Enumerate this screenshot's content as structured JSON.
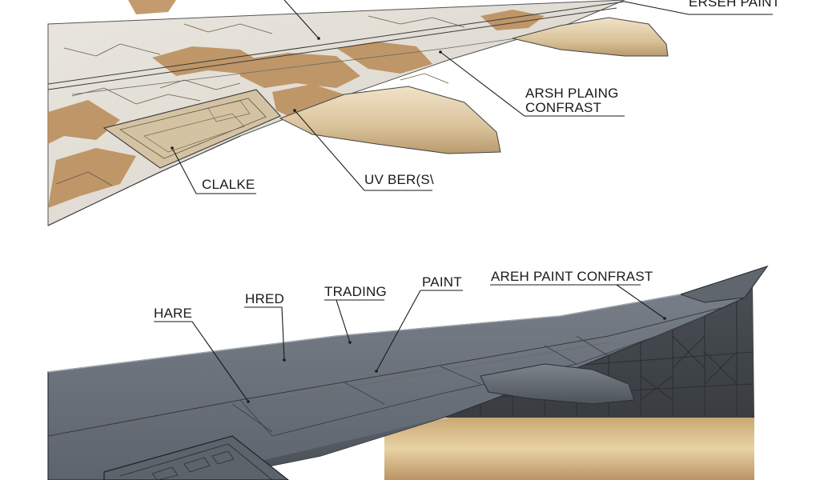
{
  "diagram": {
    "top_panel": {
      "callouts": [
        {
          "id": "ersh-paint",
          "text": "ERSEH PAINT"
        },
        {
          "id": "arsh-plaing",
          "line1": "ARSH PLAING",
          "line2": "CONFRAST"
        },
        {
          "id": "uv-bers",
          "text": "UV BER(S\\"
        },
        {
          "id": "clalke",
          "text": "CLALKE"
        }
      ]
    },
    "bottom_panel": {
      "callouts": [
        {
          "id": "hare",
          "text": "HARE"
        },
        {
          "id": "hred",
          "text": "HRED"
        },
        {
          "id": "trading",
          "text": "TRADING"
        },
        {
          "id": "paint",
          "text": "PAINT"
        },
        {
          "id": "areh-paint-confrast",
          "text": "AREH PAINT CONFRAST"
        }
      ]
    }
  }
}
